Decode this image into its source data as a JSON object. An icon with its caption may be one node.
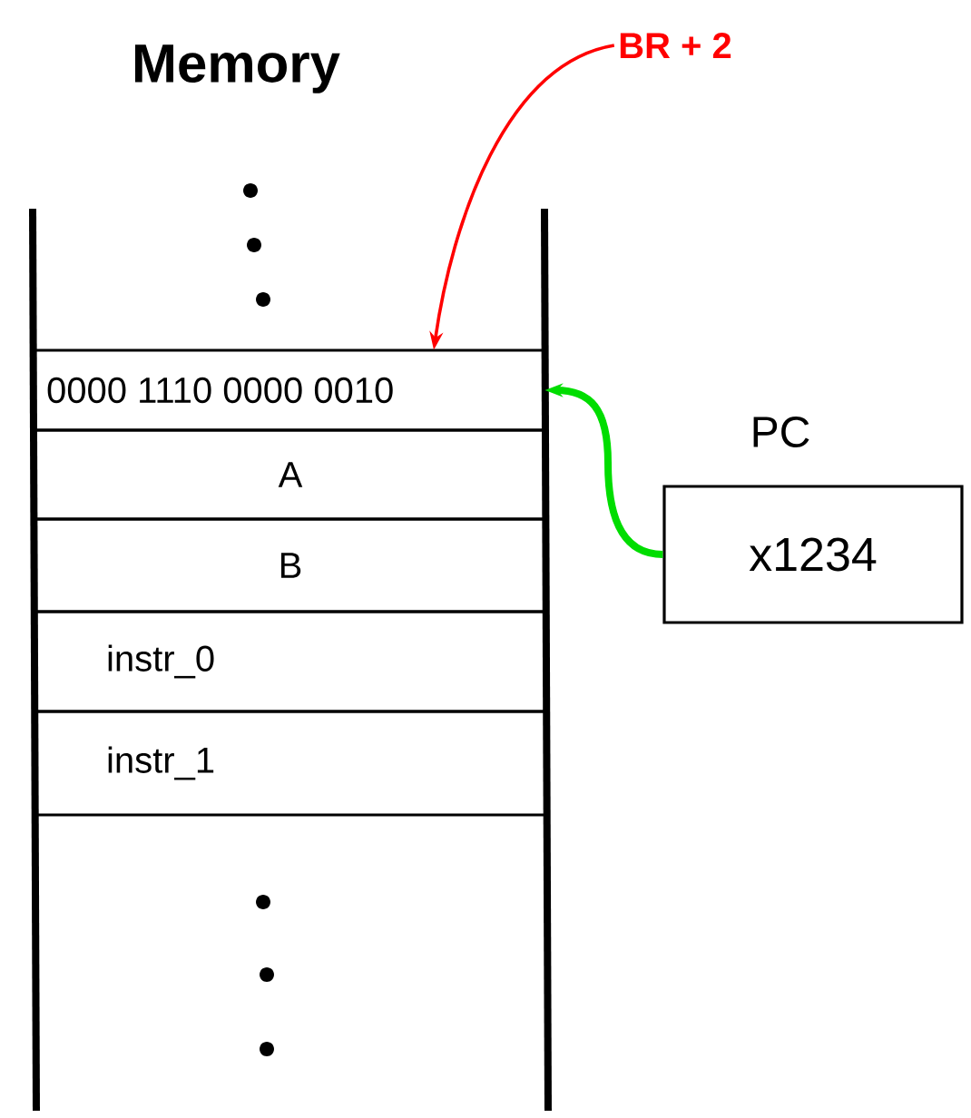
{
  "diagram": {
    "title": "Memory",
    "nodes": [
      {
        "text": [
          "0000 1110 0000 0010"
        ]
      },
      {
        "text": [
          "A"
        ]
      },
      {
        "text": [
          "B"
        ]
      },
      {
        "text": [
          "instr_0"
        ]
      },
      {
        "text": [
          "instr_1"
        ]
      },
      {
        "text": [
          "PC",
          "x1234"
        ]
      },
      {
        "text": [
          "BR + 2"
        ]
      }
    ],
    "edges": [
      {
        "from": 6,
        "to": 0,
        "arrow": "to",
        "color": "#ff0000"
      },
      {
        "from": 5,
        "to": 0,
        "arrow": "to",
        "style": "thick",
        "color": "#00dd00"
      }
    ]
  }
}
